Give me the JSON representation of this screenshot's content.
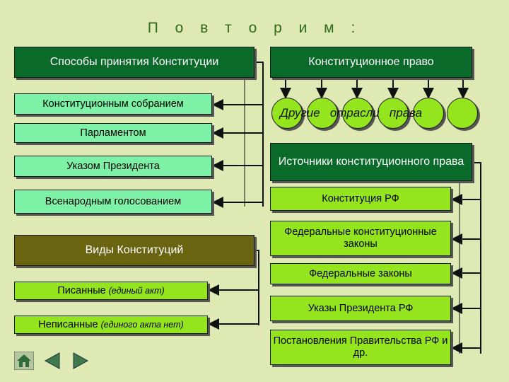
{
  "title": "П о в т о р и м :",
  "left": {
    "header": "Способы принятия Конституции",
    "items": [
      "Конституционным собранием",
      "Парламентом",
      "Указом Президента",
      "Всенародным голосованием"
    ],
    "types_header": "Виды Конституций",
    "types": [
      {
        "label": "Писанные",
        "note": "(единый акт)"
      },
      {
        "label": "Неписанные",
        "note": "(единого акта нет)"
      }
    ]
  },
  "right": {
    "header": "Конституционное право",
    "circles": [
      "Другие",
      "отрасли",
      "права"
    ],
    "sources_header": "Источники конституционного права",
    "sources": [
      "Конституция РФ",
      "Федеральные конституционные законы",
      "Федеральные законы",
      "Указы Президента РФ",
      "Постановления Правительства РФ и др."
    ]
  },
  "nav": {
    "home": "home-icon",
    "back": "arrow-left-icon",
    "forward": "arrow-right-icon"
  },
  "colors": {
    "dark": "#0a6a2a",
    "mint": "#7df2a6",
    "olive": "#6b6512",
    "lime": "#95e51e",
    "bg": "#dfe9b3"
  }
}
